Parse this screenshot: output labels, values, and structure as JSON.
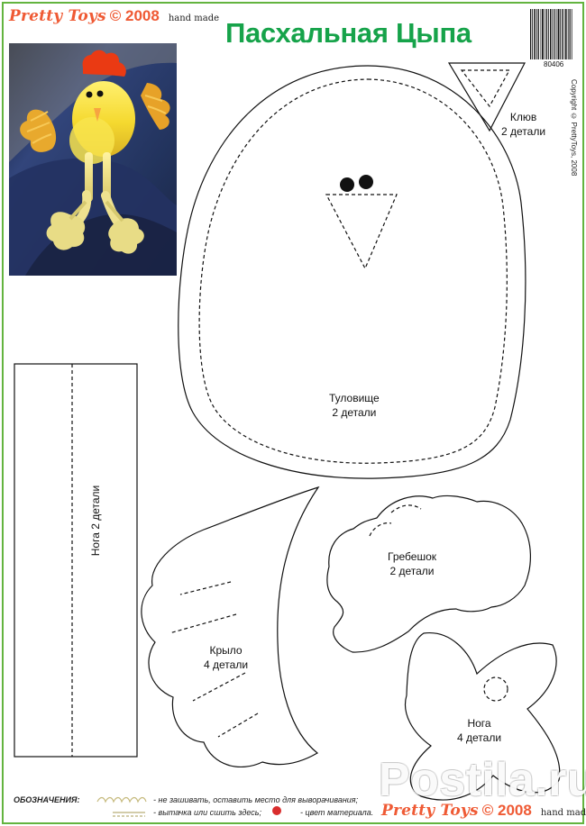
{
  "page": {
    "title": "Пасхальная Цыпа"
  },
  "branding": {
    "top_left": {
      "brand": "Pretty Toys",
      "year": "© 2008",
      "handmade": "hand made"
    },
    "bottom_right": {
      "brand": "Pretty Toys",
      "year": "© 2008",
      "handmade": "hand made"
    },
    "copyright_vertical": "Copyright © PrettyToys, 2008",
    "barcode_number": "80406",
    "watermark": "Postila.ru"
  },
  "labels": {
    "beak": {
      "name": "Клюв",
      "count": "2 детали"
    },
    "body": {
      "name": "Туловище",
      "count": "2 детали"
    },
    "leg_strip": {
      "name": "Нога 2 детали"
    },
    "comb": {
      "name": "Гребешок",
      "count": "2 детали"
    },
    "wing": {
      "name": "Крыло",
      "count": "4 детали"
    },
    "leg_foot": {
      "name": "Нога",
      "count": "4 детали"
    }
  },
  "legend": {
    "title": "ОБОЗНАЧЕНИЯ:",
    "line1": "- не зашивать, оставить место  для выворачивания;",
    "line2": "- вытачка или сшить здесь;",
    "line3": "- цвет материала."
  },
  "colors": {
    "title_green": "#16a34a",
    "frame_green": "#63b43f",
    "brand_orange": "#ef5a34",
    "marker_red": "#d92d2d"
  }
}
